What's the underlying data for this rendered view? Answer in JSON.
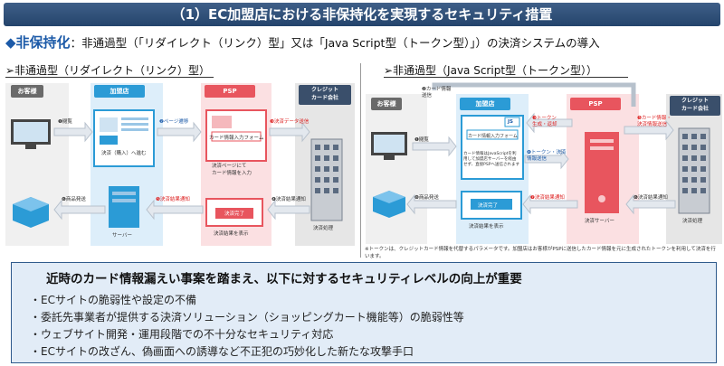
{
  "title": "（1）EC加盟店における非保持化を実現するセキュリティ措置",
  "subtitle": {
    "marker": "◆",
    "key": "非保持化",
    "rest": "：非通過型（「リダイレクト（リンク）型」又は「Java Script型（トークン型）」）の決済システムの導入"
  },
  "left": {
    "heading": "➢非通過型（リダイレクト（リンク）型）",
    "customer": "お客様",
    "merchant": "加盟店",
    "psp": "PSP",
    "card_company": "クレジット\nカード会社",
    "step1": "❶閲覧",
    "step2": "❷ページ遷移",
    "step3": "❸決済データ送信",
    "step4": "❹決済結果通知",
    "step5": "❺決済結果通知",
    "step6": "❻商品発送",
    "merchant_screen_btn": "決済（購入）へ進む",
    "psp_screen_label": "カード情報入力フォーム",
    "psp_screen_caption": "決済ページにて\nカード情報を入力",
    "settle_done": "決済完了",
    "settle_display": "決済結果を表示",
    "server": "サーバー",
    "settle_process": "決済処理"
  },
  "right": {
    "heading": "➢非通過型（Java Script型（トークン型））",
    "customer": "お客様",
    "merchant": "加盟店",
    "psp": "PSP",
    "card_company": "クレジット\nカード会社",
    "step1": "❶閲覧",
    "step2": "❷カード情報\n送信",
    "step3": "❸トークン\n生成・返却",
    "step4": "❹トークン・決済\n情報送信",
    "step5": "❺カード情報・\n決済情報送信",
    "step6": "❻決済結果通知",
    "step7": "❼決済結果通知",
    "step8": "❽商品発送",
    "js_label": "JS",
    "card_form": "カード情報入力フォーム",
    "js_desc": "カード情報はJavaScriptを利用して加盟店サーバーを経由せず、直接PSPへ送信されます",
    "settle_done": "決済完了",
    "settle_display": "決済結果を表示",
    "psp_server": "決済サーバー",
    "settle_process": "決済処理"
  },
  "note": "※トークンは、クレジットカード情報を代替するパラメータです。加盟店はお客様がPSPに送信したカード情報を元に生成されたトークンを利用して決済を行います。",
  "bottom": {
    "heading": "近時のカード情報漏えい事案を踏まえ、以下に対するセキュリティレベルの向上が重要",
    "bullets": [
      "・ECサイトの脆弱性や設定の不備",
      "・委託先事業者が提供する決済ソリューション（ショッピングカート機能等）の脆弱性等",
      "・ウェブサイト開発・運用段階での不十分なセキュリティ対応",
      "・ECサイトの改ざん、偽画面への誘導など不正犯の巧妙化した新たな攻撃手口"
    ]
  },
  "colors": {
    "title_bg": "#2f4f7a",
    "merchant_blue": "#2b9bd6",
    "psp_red": "#e8555e",
    "customer_gray": "#6a6a6a",
    "card_navy": "#3a4f6b",
    "accent_red": "#d22222",
    "bottom_bg": "#e2ecf7"
  }
}
